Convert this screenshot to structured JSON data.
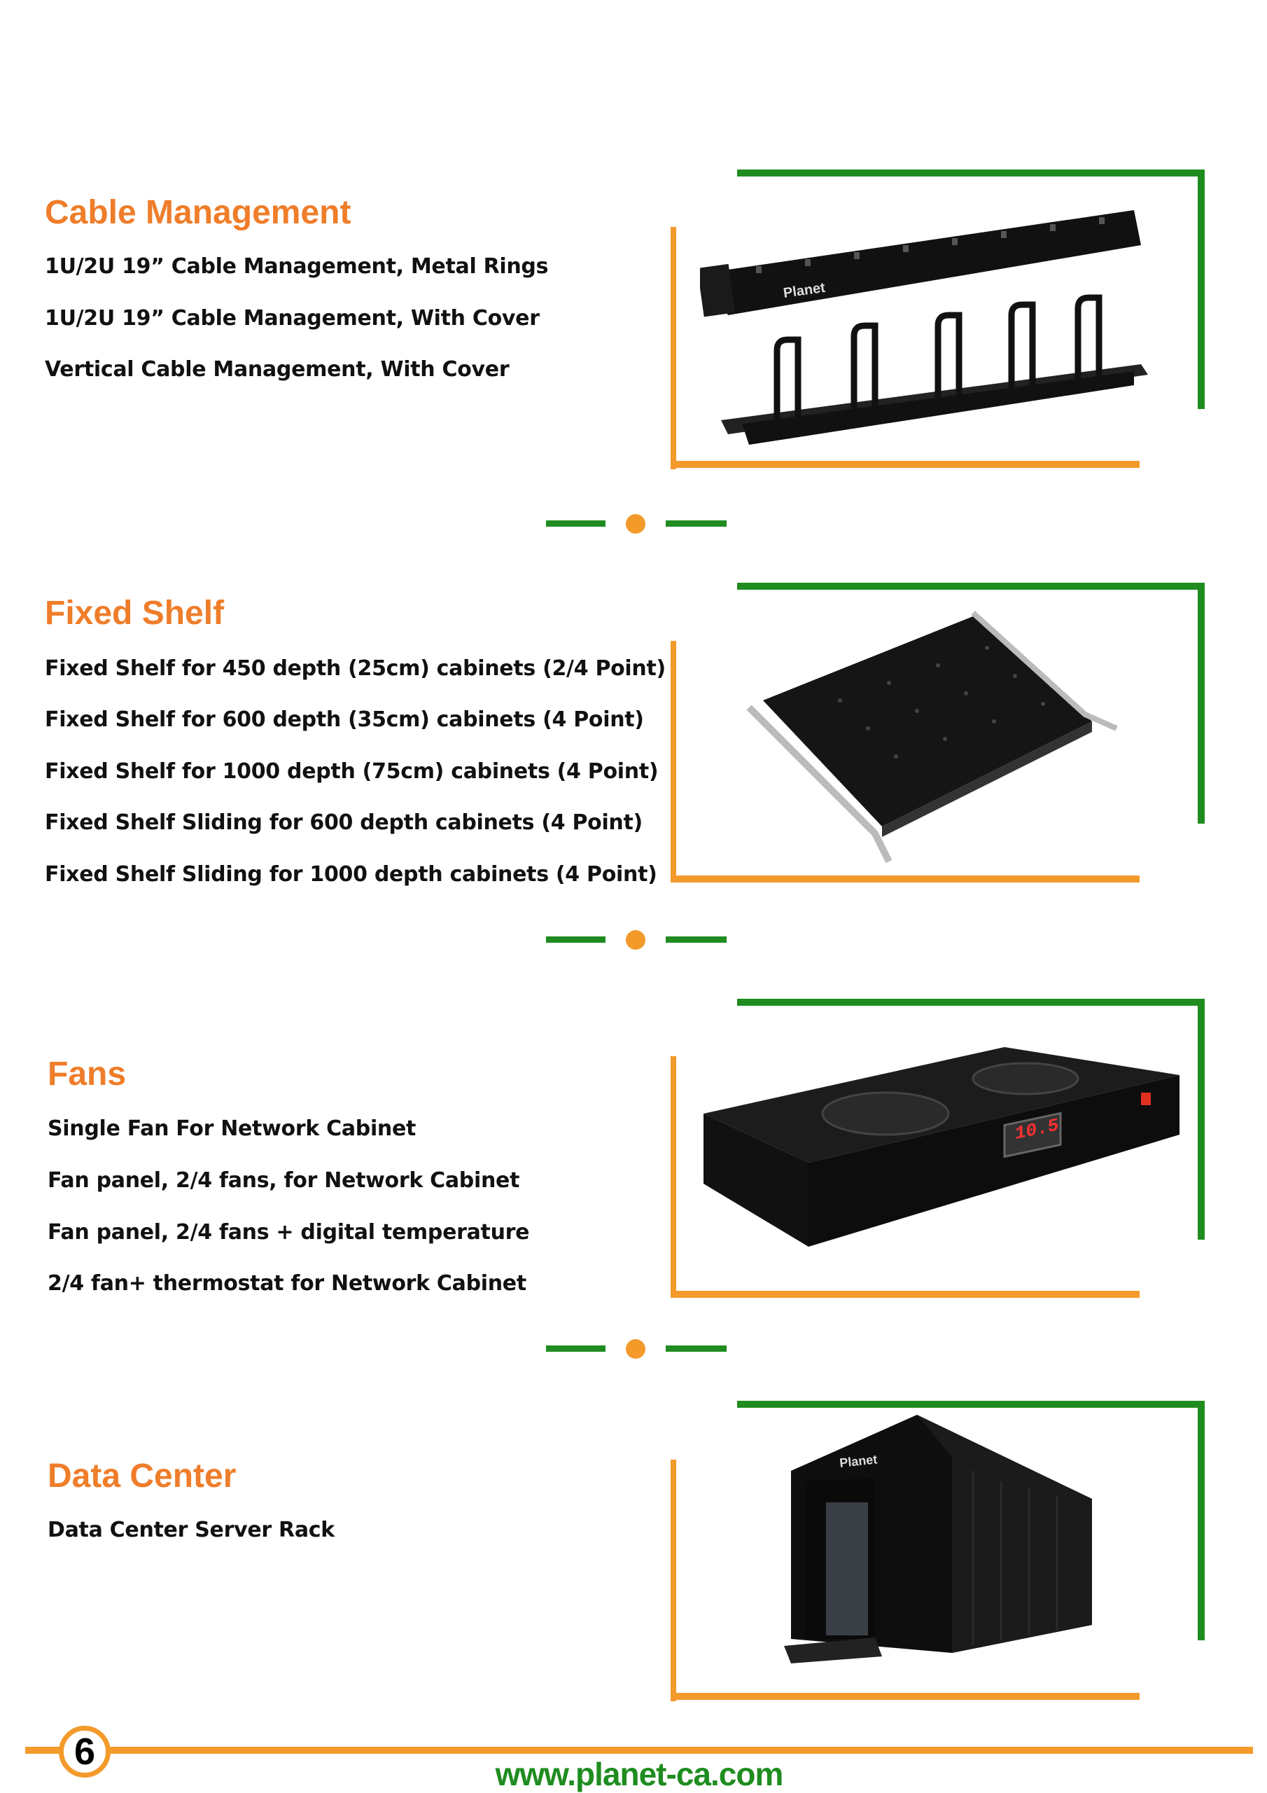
{
  "sections": [
    {
      "title": "Cable Management",
      "items": [
        "1U/2U 19” Cable Management, Metal Rings",
        "1U/2U 19” Cable Management, With Cover",
        "Vertical Cable Management, With Cover"
      ],
      "image": "cable-management-product",
      "image_brand": "Planet"
    },
    {
      "title": "Fixed Shelf",
      "items": [
        "Fixed Shelf for 450 depth (25cm) cabinets (2/4 Point)",
        "Fixed Shelf for 600 depth (35cm) cabinets (4 Point)",
        "Fixed Shelf for 1000 depth (75cm) cabinets (4 Point)",
        "Fixed Shelf Sliding for 600 depth cabinets (4 Point)",
        "Fixed Shelf Sliding for 1000 depth cabinets (4 Point)"
      ],
      "image": "fixed-shelf-product"
    },
    {
      "title": "Fans",
      "items": [
        "Single Fan For Network Cabinet",
        "Fan panel, 2/4 fans, for Network Cabinet",
        "Fan panel, 2/4 fans + digital temperature",
        "2/4 fan+ thermostat for Network Cabinet"
      ],
      "image": "fan-panel-product",
      "display_reading": "10.5"
    },
    {
      "title": "Data Center",
      "items": [
        "Data Center Server Rack"
      ],
      "image": "data-center-product",
      "image_brand": "Planet"
    }
  ],
  "footer": {
    "page_number": "6",
    "url": "www.planet-ca.com"
  },
  "colors": {
    "orange": "#f39a2b",
    "title_orange": "#ef7d2a",
    "green": "#1f8c1f"
  }
}
